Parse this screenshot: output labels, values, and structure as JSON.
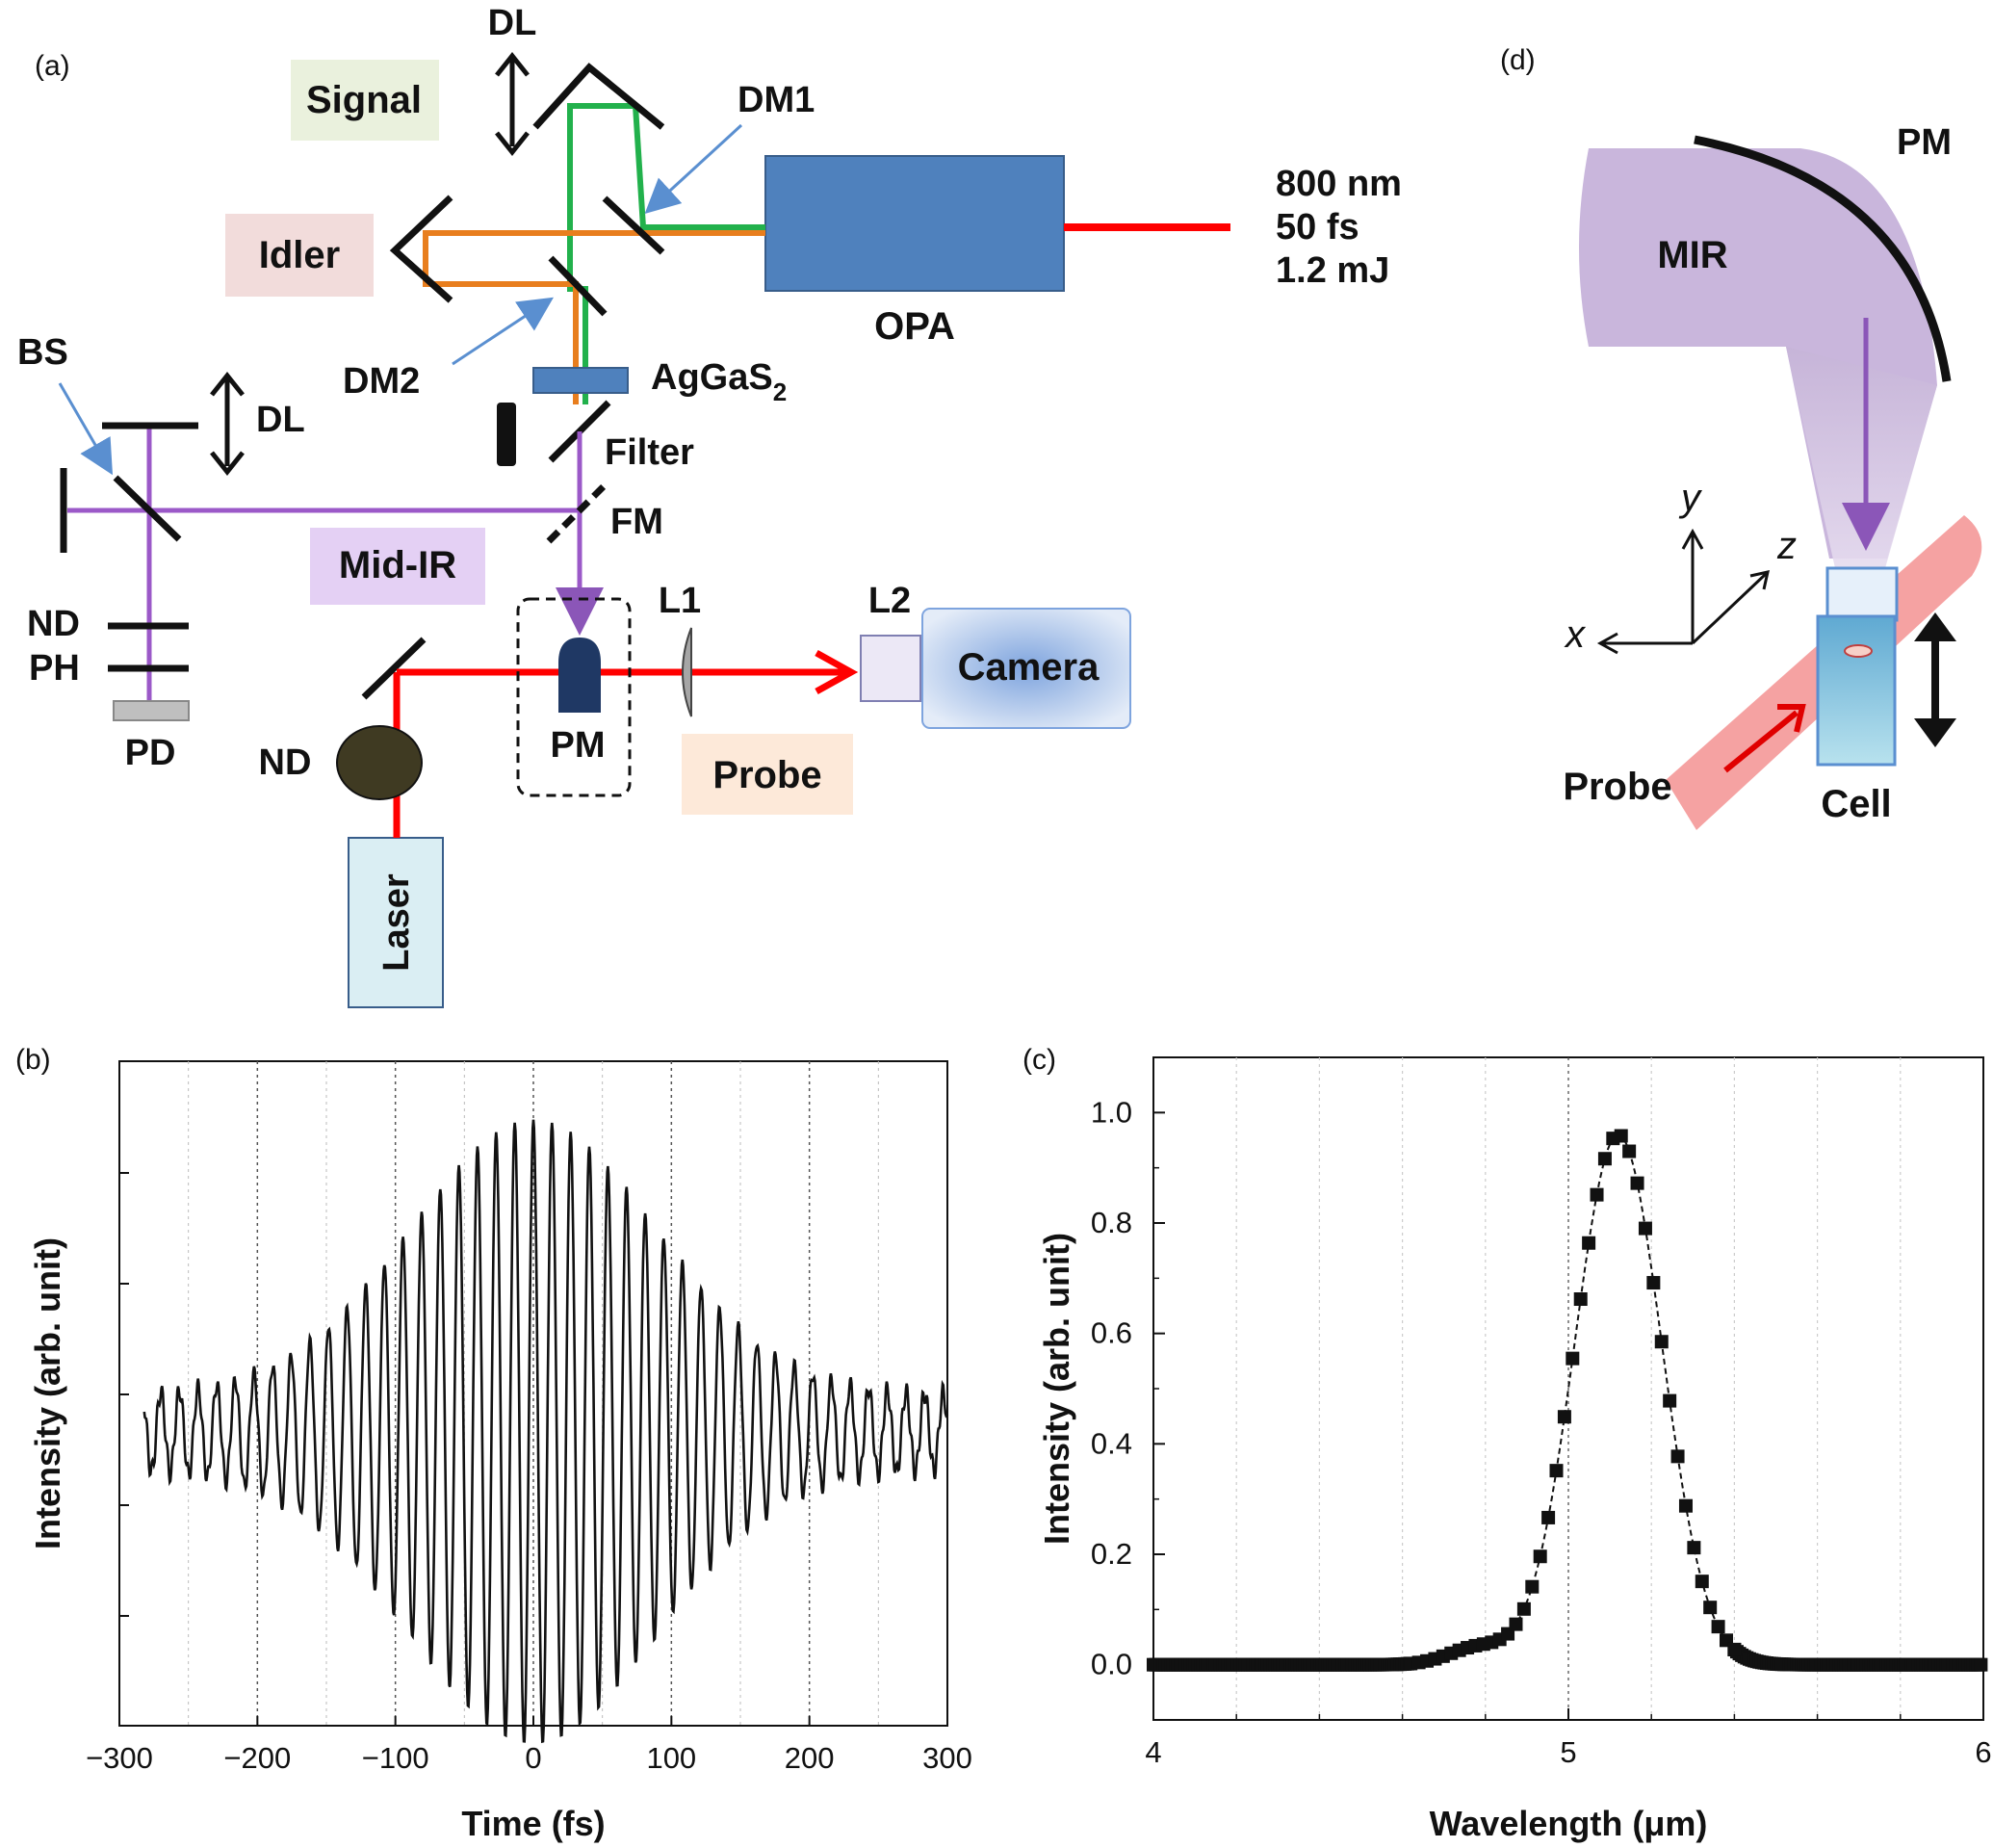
{
  "panels": {
    "a": "(a)",
    "b": "(b)",
    "c": "(c)",
    "d": "(d)"
  },
  "setup_a": {
    "dl_top": "DL",
    "signal": "Signal",
    "dm1": "DM1",
    "idler": "Idler",
    "laser_spec": [
      "800 nm",
      "50 fs",
      "1.2 mJ"
    ],
    "opa": "OPA",
    "bs": "BS",
    "dl_left": "DL",
    "dm2": "DM2",
    "crystal": "AgGaS",
    "crystal_sub": "2",
    "filter": "Filter",
    "fm": "FM",
    "mid_ir": "Mid-IR",
    "nd1": "ND",
    "ph": "PH",
    "pd": "PD",
    "l1": "L1",
    "l2": "L2",
    "camera": "Camera",
    "nd2": "ND",
    "pm": "PM",
    "probe": "Probe",
    "laser": "Laser",
    "colors": {
      "pump": "#ff0000",
      "signal": "#22b14c",
      "idler": "#e87e1e",
      "mir": "#9b59c8",
      "box": "#4a7ab8"
    }
  },
  "setup_d": {
    "pm": "PM",
    "mir": "MIR",
    "axis_y": "y",
    "axis_z": "z",
    "axis_x": "x",
    "probe": "Probe",
    "cell": "Cell"
  },
  "chart_data": [
    {
      "panel": "b",
      "type": "line",
      "xlabel": "Time (fs)",
      "ylabel": "Intensity (arb. unit)",
      "xlim": [
        -300,
        300
      ],
      "xticks": [
        -300,
        -200,
        -100,
        0,
        100,
        200,
        300
      ],
      "x_minor_grid": [
        -250,
        -150,
        -50,
        50,
        150,
        250
      ],
      "yticks_labels": [],
      "signal": {
        "center_fs": 0,
        "period_fs": 13.5,
        "envelope_fwhm_fs": 210,
        "t_start": -282,
        "t_end": 300
      }
    },
    {
      "panel": "c",
      "type": "scatter",
      "xlabel": "Wavelength (μm)",
      "ylabel": "Intensity (arb. unit)",
      "xlim": [
        4,
        6
      ],
      "ylim": [
        -0.1,
        1.1
      ],
      "xticks": [
        4,
        5,
        6
      ],
      "yticks": [
        "0.0",
        "0.2",
        "0.4",
        "0.6",
        "0.8",
        "1.0"
      ],
      "peak": {
        "x": 5.12,
        "y": 0.96
      },
      "points_x": [
        4.0,
        4.2,
        4.4,
        4.6,
        4.7,
        4.75,
        4.8,
        4.85,
        4.9,
        4.95,
        5.0,
        5.05,
        5.1,
        5.12,
        5.15,
        5.2,
        5.25,
        5.3,
        5.35,
        5.4,
        5.5,
        5.6,
        5.8,
        6.0
      ],
      "points_y": [
        0.0,
        0.0,
        0.0,
        0.0,
        0.02,
        0.03,
        0.03,
        0.03,
        0.06,
        0.2,
        0.5,
        0.78,
        0.94,
        0.96,
        0.9,
        0.68,
        0.42,
        0.2,
        0.06,
        0.01,
        0.0,
        0.0,
        0.0,
        0.0
      ]
    }
  ]
}
